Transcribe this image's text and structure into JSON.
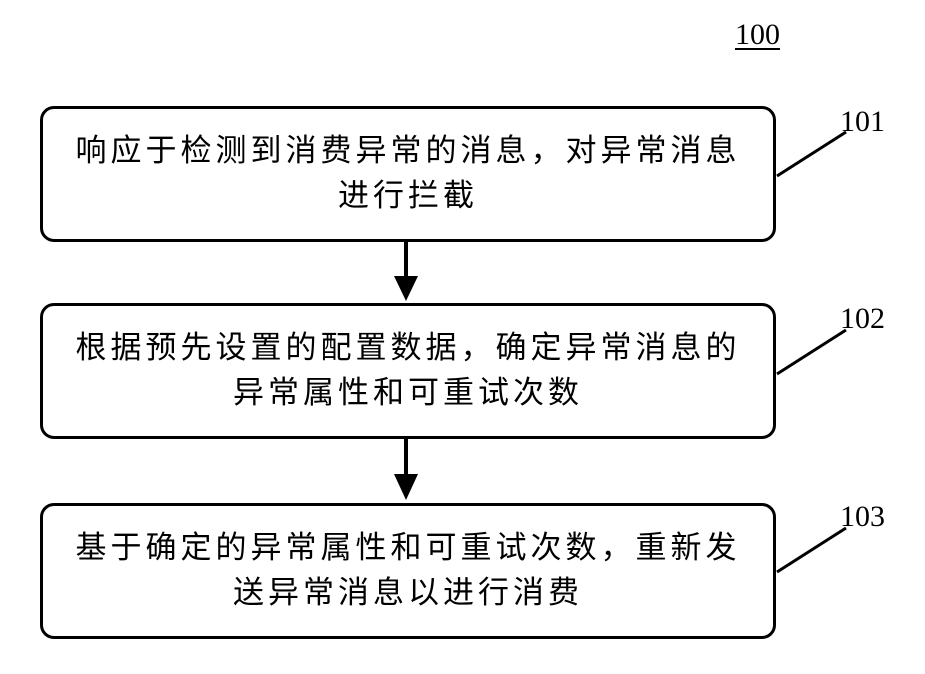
{
  "figure_number": "100",
  "steps": [
    {
      "ref": "101",
      "text": "响应于检测到消费异常的消息，对异常消息\n进行拦截"
    },
    {
      "ref": "102",
      "text": "根据预先设置的配置数据，确定异常消息的\n异常属性和可重试次数"
    },
    {
      "ref": "103",
      "text": "基于确定的异常属性和可重试次数，重新发\n送异常消息以进行消费"
    }
  ]
}
